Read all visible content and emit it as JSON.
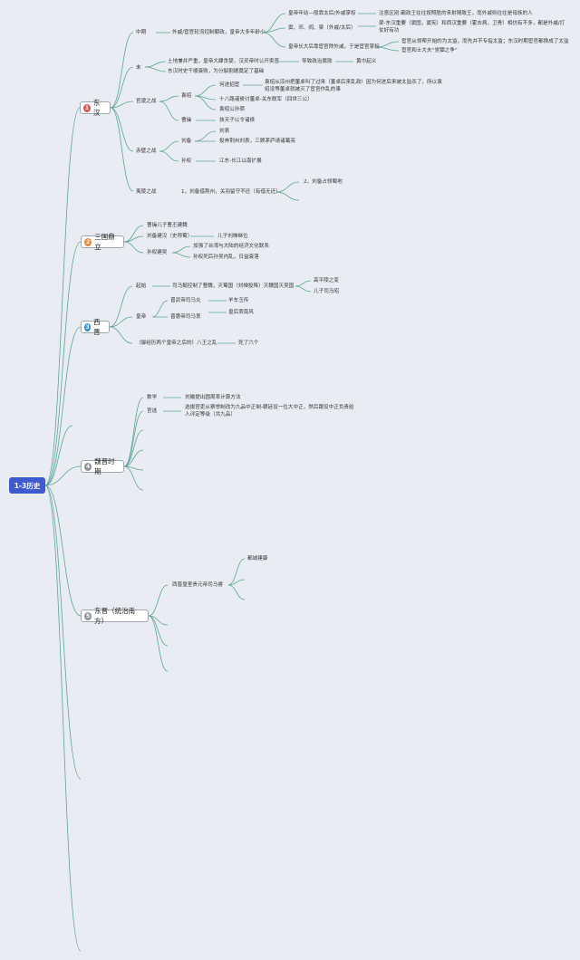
{
  "colors": {
    "line": "#5ca39a",
    "root_bg": "#3f5ad1",
    "badge_red": "#d9534f",
    "badge_orange": "#e8863a",
    "badge_blue": "#2e8fd0",
    "badge_gray": "#8c9399"
  },
  "root": {
    "label": "1-3历史"
  },
  "branches": [
    {
      "num": "1",
      "label": "东汉"
    },
    {
      "num": "2",
      "label": "三国鼎立"
    },
    {
      "num": "3",
      "label": "西晋"
    },
    {
      "num": "4",
      "label": "魏晋时期"
    },
    {
      "num": "5",
      "label": "东晋（统治南方）"
    }
  ],
  "donghan": {
    "zhongqi": "中期",
    "waiqi": "外戚/宦官轮流控制朝政，皇帝大多年龄小",
    "a1": "皇帝年幼—般靠太后/外戚掌权",
    "a1r": "注意区别:霸政王往往按照胜的来射随致王，而外戚则往往是母族的人",
    "a2": "窦、邓、阎、梁（外戚/太后）",
    "a2r": "梁-东汉重要（窦固，窦宪）和西汉重要（霍去病，卫青）相仿有不多，都是外戚/打仗好有功",
    "a3": "皇帝长大后靠宦官除外戚，于是宦官掌权",
    "a3r": "宦官从领帮开始的为太监，而先并不专指太监；东汉时期宦官都换成了太监",
    "a3r2": "宦官和士大夫“党锢之争”",
    "mo": "末",
    "mo1": "土地兼并严重，皇帝大肆贪婪，汉灵帝时公开卖官",
    "mo1a": "导致政治腐败",
    "mo1b": "黄巾起义",
    "mo2": "东汉时史千顺衰败，为分裂割据奠定了基础",
    "guandu": "官渡之战",
    "yuanshao": "袁绍",
    "hejin": "何进招宦",
    "hejin_r": "袁绍从凉州把董卓叫了过来（董卓后来乱政）因为何进后来被太监杀了，所以袁绍没等董卓就被灭了宦官作乱的事",
    "shiba": "十八路诸侯讨董卓-关东联军（四世三公）",
    "yuanshu": "袁绍公孙瓒",
    "caocao": "曹操",
    "caocao_r": "挟天子以令诸侯",
    "chibi": "赤壁之战",
    "liubei": "刘备",
    "lb1": "刘表",
    "lb2": "投奔荆州刘表，三顾茅庐请诸葛亮",
    "sunquan": "孙权",
    "sq1": "江东-长江以南扩展",
    "yiling": "夷陵之战",
    "yl1": "1，刘备借荆州，关羽留守不还（有借无还）",
    "yl2": "2，刘备占领蜀地"
  },
  "sanguo": {
    "s1": "曹操儿子曹丕建魏",
    "s2": "刘备建汉（史称蜀）",
    "s2r": "儿子刘禅继位",
    "s3": "孙权建吴",
    "s3a": "加强了台湾与大陆的经济文化联系",
    "s3b": "孙权死后孙吴内乱，日益衰落"
  },
  "xijin": {
    "jianli": "起始",
    "jl1": "司马懿控制了曹魏，灭蜀国（刘禅投降）灭魏国灭吴国",
    "jl1a": "高平陵之变",
    "jl1b": "儿子司马昭",
    "huangdi": "皇帝",
    "hd1": "晋武帝司马炎",
    "hd1r": "羊车玉传",
    "hd2": "晋惠帝司马衷",
    "hd2r": "皇后贾南风",
    "bawang": "（御经历两个皇帝之后的）八王之乱",
    "bawang_r": "死了六个"
  },
  "weijin": {
    "shuxue": "数学",
    "shuxue_r": "刘徽提出圆周率计算方法",
    "guanxuan": "官选",
    "guanxuan_r": "选拔官吏从察举制改为九品中正制-朝廷设一位大中正，然后跟设中正负责给人评定等级（共九品）"
  },
  "dongjin": {
    "d1": "西晋皇室贵元帝司马睿",
    "d1a": "都城建康"
  }
}
